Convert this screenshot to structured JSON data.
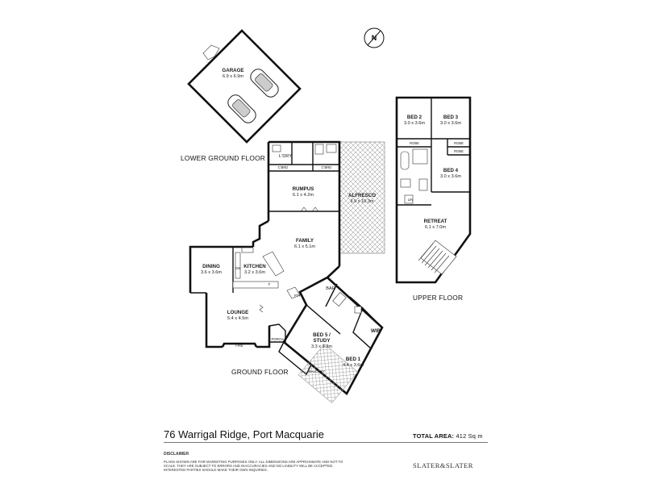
{
  "floors": {
    "lower_ground": "LOWER GROUND FLOOR",
    "upper": "UPPER FLOOR",
    "ground": "GROUND FLOOR"
  },
  "rooms": {
    "garage": {
      "name": "GARAGE",
      "dim": "6.9 x 6.9m"
    },
    "laundry": {
      "name": "L'DRY"
    },
    "cbd1": {
      "name": "C'BRD"
    },
    "cbd2": {
      "name": "C'BRD"
    },
    "rumpus": {
      "name": "RUMPUS",
      "dim": "6.1 x 4.2m"
    },
    "alfresco": {
      "name": "ALFRESCO",
      "dim": "3.9 x 10.3m"
    },
    "family": {
      "name": "FAMILY",
      "dim": "6.1 x 5.1m"
    },
    "dining": {
      "name": "DINING",
      "dim": "3.6 x 3.6m"
    },
    "kitchen": {
      "name": "KITCHEN",
      "dim": "3.2 x 3.6m"
    },
    "lounge": {
      "name": "LOUNGE",
      "dim": "5.4 x 4.5m"
    },
    "bar": {
      "name": "BAR"
    },
    "bed5": {
      "name": "BED 5 /",
      "name2": "STUDY",
      "dim": "3.3 x 3.3m"
    },
    "bed1": {
      "name": "BED 1",
      "dim": "4.4 x 3.6m"
    },
    "wir": {
      "name": "WIR"
    },
    "bed2": {
      "name": "BED 2",
      "dim": "3.0 x 3.6m"
    },
    "bed3": {
      "name": "BED 3",
      "dim": "3.0 x 3.6m"
    },
    "bed4": {
      "name": "BED 4",
      "dim": "3.0 x 3.6m"
    },
    "robe1": {
      "name": "ROBE"
    },
    "robe2": {
      "name": "ROBE"
    },
    "robe3": {
      "name": "ROBE"
    },
    "lin": {
      "name": "LIN"
    },
    "retreat": {
      "name": "RETREAT",
      "dim": "6.1 x 7.0m"
    },
    "porch": {
      "name": "PORCH"
    },
    "fire": {
      "name": "FIRE"
    },
    "balcony": {
      "name": "BALCONY"
    },
    "pty": {
      "name": "PTY"
    },
    "dw": {
      "name": "DW"
    },
    "f": {
      "name": "F"
    }
  },
  "compass": {
    "label": "N"
  },
  "footer": {
    "address": "76 Warrigal Ridge, Port Macquarie",
    "total_area_label": "TOTAL AREA:",
    "total_area_value": "412 Sq m",
    "disclaimer_title": "DISCLAIMER",
    "disclaimer_text": "PLANS SHOWN ARE FOR MARKETING PURPOSES ONLY. ALL DIMENSIONS ARE APPROXIMATE AND NOT TO SCALE. THEY ARE SUBJECT TO ERRORS AND INACCURACIES AND NO LIABILITY WILL BE ACCEPTED. INTERESTED PARTIES SHOULD MAKE THEIR OWN INQUIRIES.",
    "brand": "SLATER&SLATER"
  }
}
